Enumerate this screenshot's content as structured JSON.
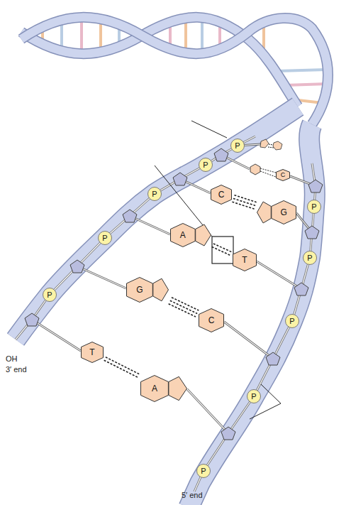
{
  "diagram": {
    "nodes": [
      {
        "text": [
          "P"
        ]
      },
      {
        "text": [
          "P"
        ]
      },
      {
        "text": [
          "C"
        ]
      },
      {
        "text": [
          "P"
        ]
      },
      {
        "text": [
          "C"
        ]
      },
      {
        "text": [
          "P"
        ]
      },
      {
        "text": [
          "G"
        ]
      },
      {
        "text": [
          "A"
        ]
      },
      {
        "text": [
          "P"
        ]
      },
      {
        "text": [
          "P"
        ]
      },
      {
        "text": [
          "T"
        ]
      },
      {
        "text": [
          "G"
        ]
      },
      {
        "text": [
          "P"
        ]
      },
      {
        "text": [
          "C"
        ]
      },
      {
        "text": [
          "P"
        ]
      },
      {
        "text": [
          "T"
        ]
      },
      {
        "text": [
          "A"
        ]
      },
      {
        "text": [
          "P"
        ]
      },
      {
        "text": [
          "P"
        ]
      }
    ],
    "edges": [
      {
        "from": 4,
        "to": 6,
        "arrow": "none"
      },
      {
        "from": 7,
        "to": 10,
        "arrow": "none"
      },
      {
        "from": 11,
        "to": 13,
        "arrow": "none"
      },
      {
        "from": 15,
        "to": 16,
        "arrow": "none"
      }
    ],
    "labels": [
      "OH",
      "3′ end",
      "5′ end"
    ]
  }
}
